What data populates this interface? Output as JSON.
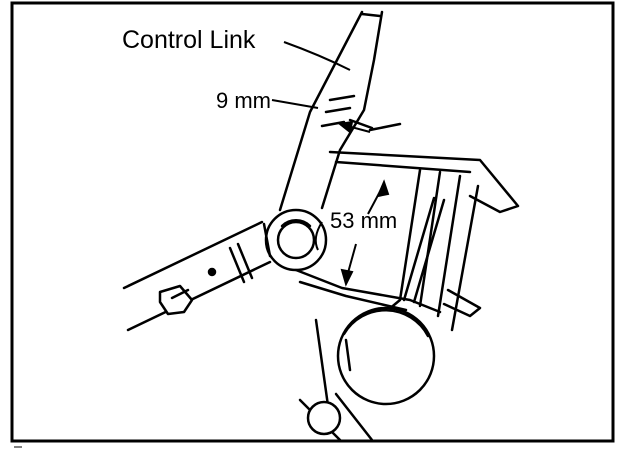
{
  "labels": {
    "control_link": "Control Link",
    "dim_9mm": "9 mm",
    "dim_53mm": "53 mm"
  },
  "colors": {
    "ink": "#000000",
    "paper": "#ffffff"
  }
}
